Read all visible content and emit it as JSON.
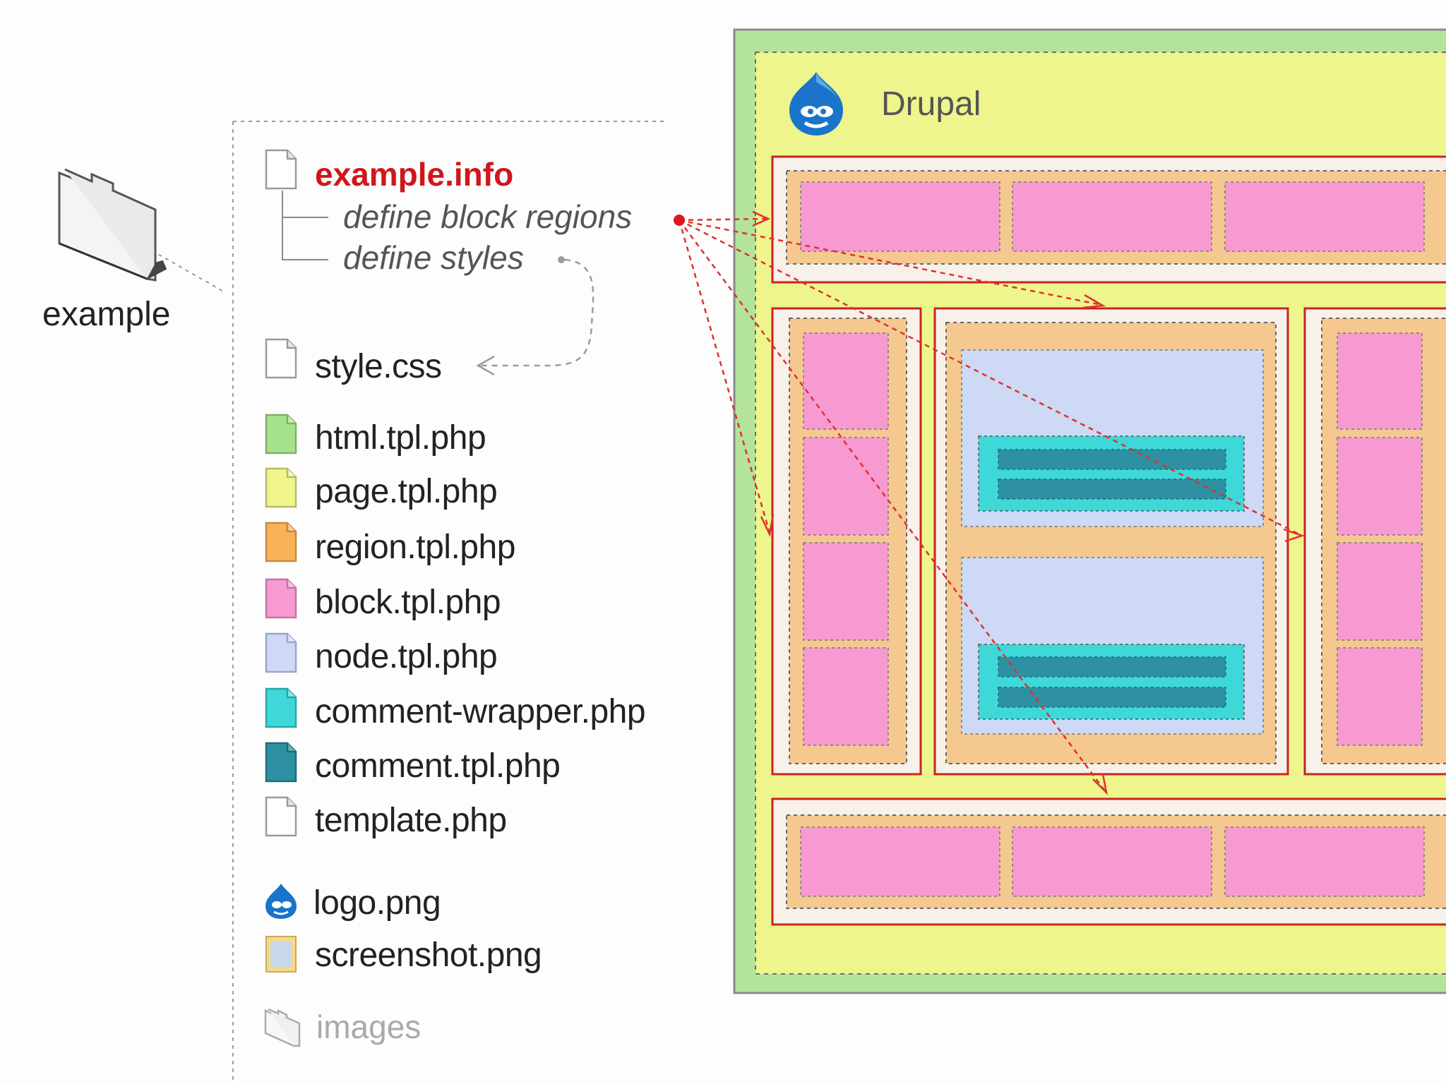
{
  "folder": {
    "name": "example",
    "icon": "folder-icon"
  },
  "info_file": {
    "name": "example.info",
    "notes": [
      "define block regions",
      "define styles"
    ],
    "color": "#d0161c"
  },
  "files": [
    {
      "key": "style",
      "name": "style.css",
      "color": "#ffffff",
      "icon": "file-icon"
    },
    {
      "key": "html",
      "name": "html.tpl.php",
      "color": "#a6e28c",
      "icon": "file-icon"
    },
    {
      "key": "page",
      "name": "page.tpl.php",
      "color": "#f0f58c",
      "icon": "file-icon"
    },
    {
      "key": "region",
      "name": "region.tpl.php",
      "color": "#f8b35a",
      "icon": "file-icon"
    },
    {
      "key": "block",
      "name": "block.tpl.php",
      "color": "#f79ad2",
      "icon": "file-icon"
    },
    {
      "key": "node",
      "name": "node.tpl.php",
      "color": "#cdd9f5",
      "icon": "file-icon"
    },
    {
      "key": "cwrap",
      "name": "comment-wrapper.php",
      "color": "#3ed8d8",
      "icon": "file-icon"
    },
    {
      "key": "comment",
      "name": "comment.tpl.php",
      "color": "#2e91a3",
      "icon": "file-icon"
    },
    {
      "key": "template",
      "name": "template.php",
      "color": "#ffffff",
      "icon": "file-icon"
    },
    {
      "key": "logo",
      "name": "logo.png",
      "color": "#1a74c9",
      "icon": "drupal-drop-icon"
    },
    {
      "key": "shot",
      "name": "screenshot.png",
      "color": "#c7d8ea",
      "icon": "image-file-icon"
    },
    {
      "key": "images",
      "name": "images",
      "color": "#cccccc",
      "icon": "folder-icon"
    }
  ],
  "layout_preview": {
    "brand": "Drupal",
    "brand_icon": "drupal-drop-icon",
    "colors": {
      "html": "#b4e39a",
      "page": "#eef58c",
      "region_border": "#cc2222",
      "region_bg": "#f7f1ea",
      "region_fill": "#f5c88f",
      "block": "#f79ad2",
      "node": "#cdd9f5",
      "comment_wrapper": "#3ed8d8",
      "comment": "#2e91a3",
      "arrow": "#e03030"
    }
  }
}
